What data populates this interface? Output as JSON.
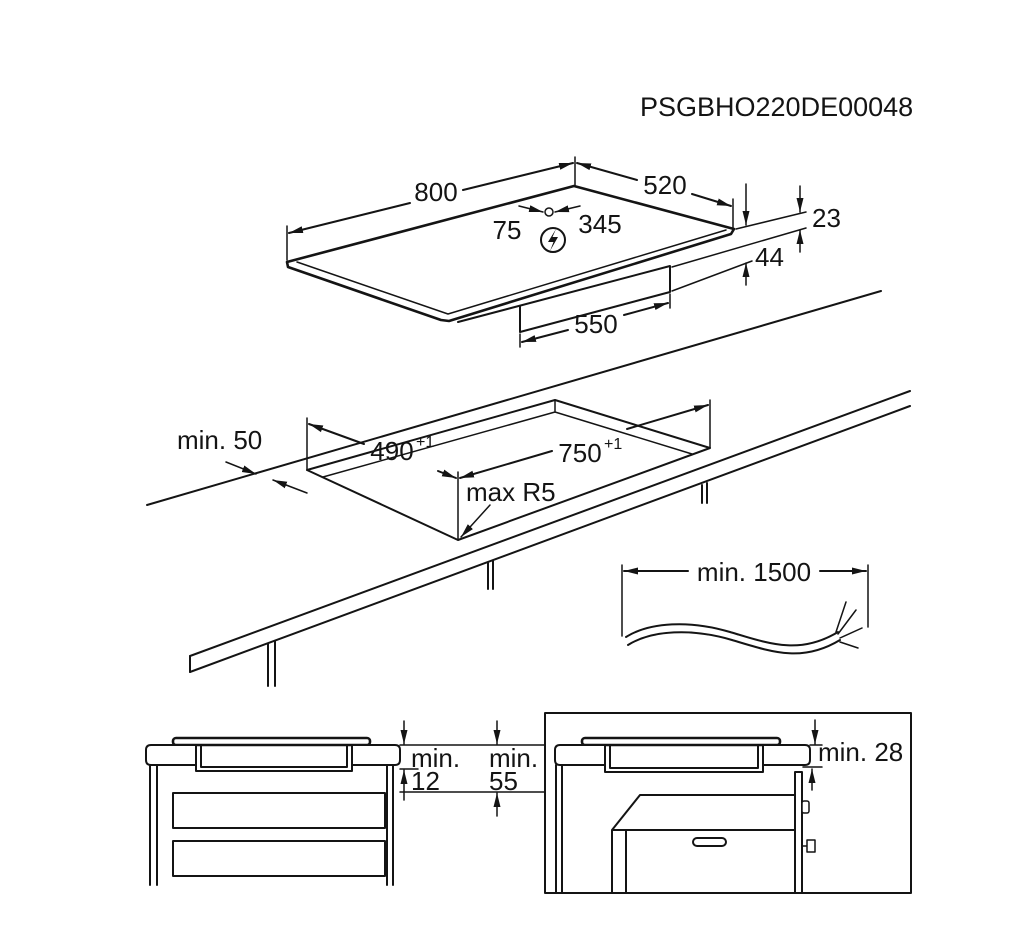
{
  "code": "PSGBHO220DE00048",
  "hob": {
    "width": "800",
    "depth": "520",
    "connection_left": "75",
    "connection_right": "345",
    "dim_23": "23",
    "dim_44": "44",
    "housing_width": "550",
    "connection_icon": "lightning-in-circle-icon"
  },
  "cutout": {
    "back_distance": "min. 50",
    "depth": "490",
    "depth_tolerance": "+1",
    "width": "750",
    "width_tolerance": "+1",
    "corner_radius": "max R5"
  },
  "cable": {
    "length": "min. 1500"
  },
  "drawer_section": {
    "gap_label": "min.",
    "gap_value": "12",
    "depth_label": "min.",
    "depth_value": "55"
  },
  "oven_section": {
    "clearance": "min. 28"
  },
  "colors": {
    "line": "#141414",
    "background": "#ffffff"
  }
}
